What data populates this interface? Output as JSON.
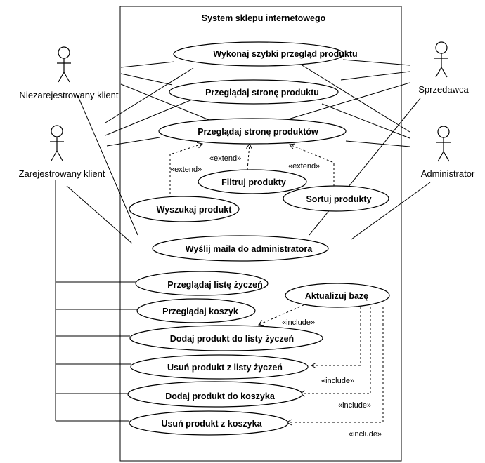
{
  "system": {
    "title": "System sklepu internetowego"
  },
  "actors": {
    "niezarejestrowany": "Niezarejestrowany klient",
    "zarejestrowany": "Zarejestrowany klient",
    "sprzedawca": "Sprzedawca",
    "administrator": "Administrator"
  },
  "use_cases": {
    "szybki_przeglad": "Wykonaj szybki przegląd produktu",
    "strona_produktu": "Przeglądaj stronę produktu",
    "strona_produktow": "Przeglądaj stronę produktów",
    "filtruj": "Filtruj produkty",
    "wyszukaj": "Wyszukaj produkt",
    "sortuj": "Sortuj produkty",
    "wyslij_maila": "Wyślij maila do administratora",
    "lista_zyczen": "Przeglądaj listę życzeń",
    "koszyk": "Przeglądaj koszyk",
    "dodaj_lista": "Dodaj produkt do listy życzeń",
    "usun_lista": "Usuń produkt z listy życzeń",
    "dodaj_koszyk": "Dodaj produkt do koszyka",
    "usun_koszyk": "Usuń produkt z koszyka",
    "aktualizuj": "Aktualizuj bazę"
  },
  "stereotypes": {
    "extend": "«extend»",
    "include": "«include»"
  }
}
